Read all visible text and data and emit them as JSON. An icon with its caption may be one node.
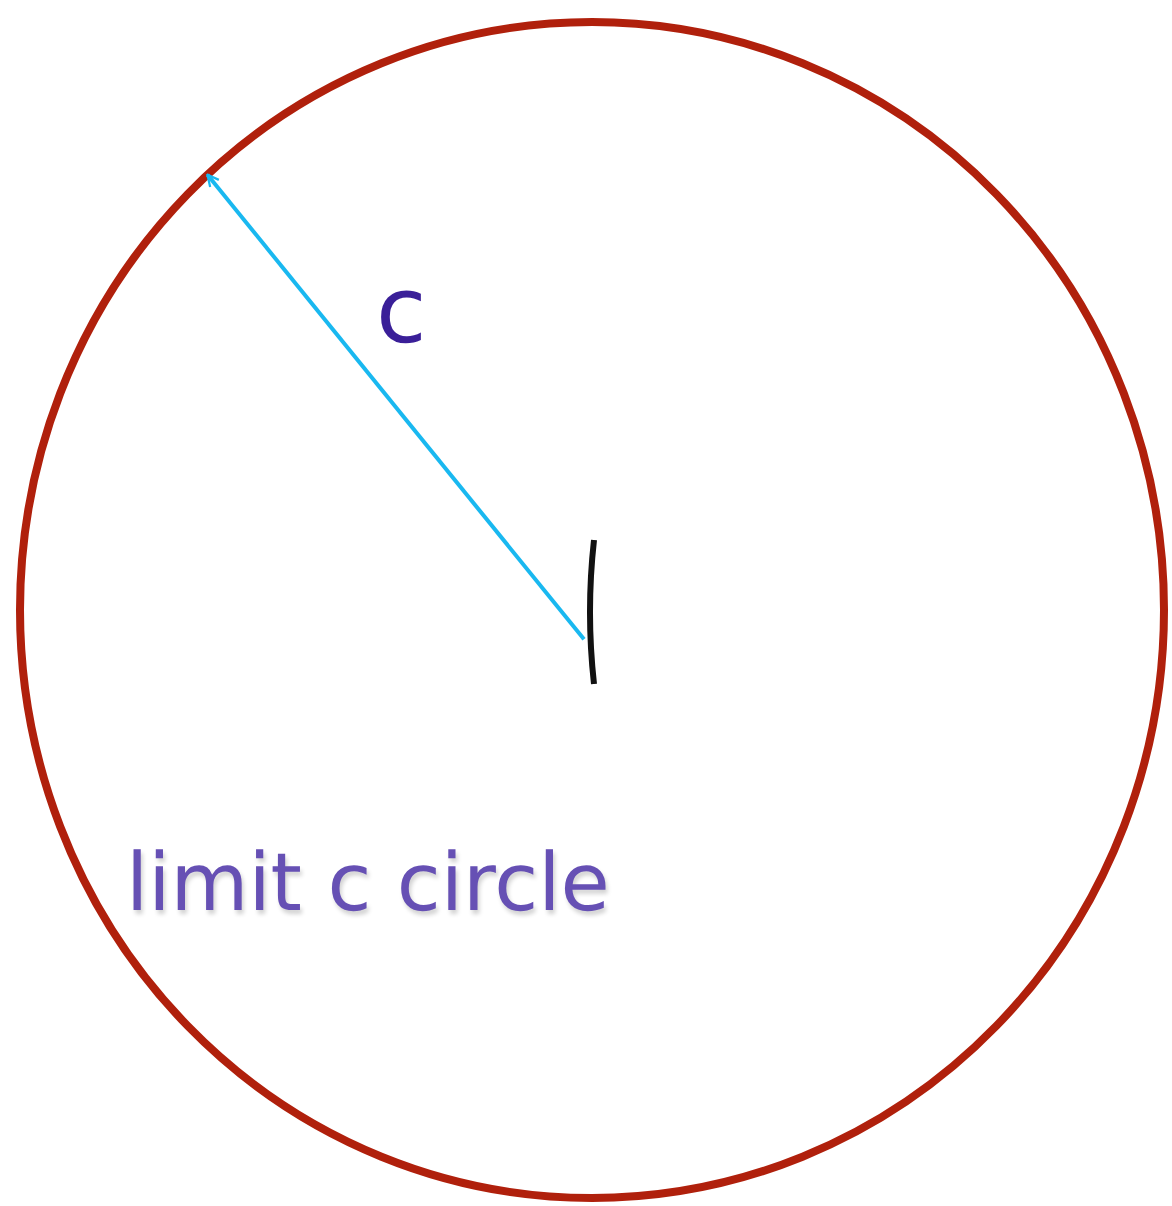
{
  "diagram": {
    "nodes": [
      {
        "text": [
          "limit c circle"
        ]
      },
      {
        "text": [],
        "shape": "bar",
        "in": 0
      }
    ],
    "edges": [
      {
        "from": 1,
        "to": 0,
        "arrow": "to",
        "label": "c"
      }
    ]
  }
}
